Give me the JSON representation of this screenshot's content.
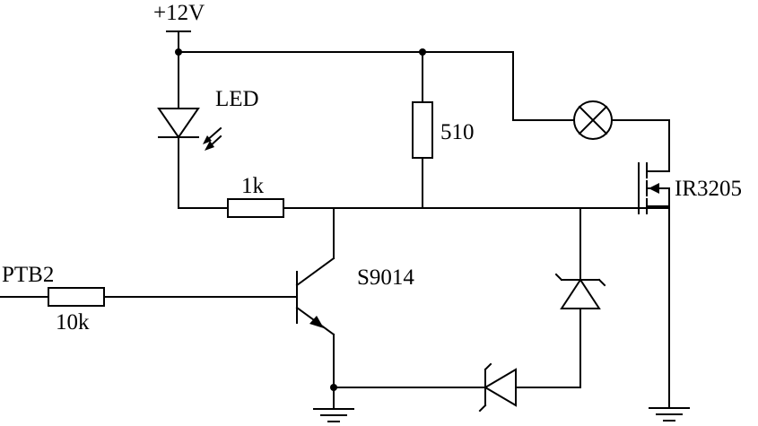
{
  "labels": {
    "supply": "+12V",
    "led": "LED",
    "r_collector": "510",
    "r_led": "1k",
    "mosfet": "IR3205",
    "transistor": "S9014",
    "input": "PTB2",
    "r_base": "10k"
  },
  "colors": {
    "line": "#000000",
    "background": "#ffffff"
  }
}
